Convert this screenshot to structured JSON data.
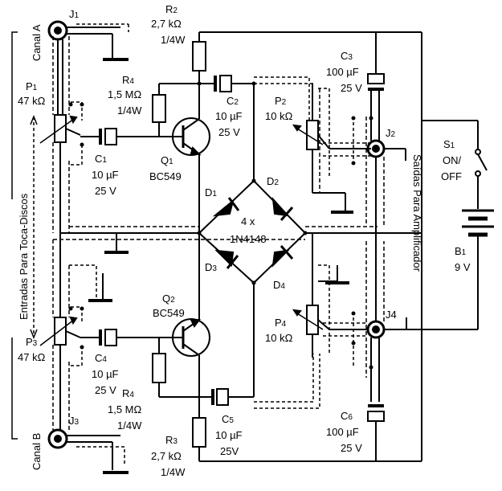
{
  "components": {
    "J1": {
      "ref": "J",
      "sub": "1"
    },
    "J2": {
      "ref": "J",
      "sub": "2"
    },
    "J3": {
      "ref": "J",
      "sub": "3"
    },
    "J4": {
      "ref": "J4"
    },
    "R2": {
      "ref": "R",
      "sub": "2",
      "value": "2,7 kΩ",
      "power": "1/4W"
    },
    "R3": {
      "ref": "R",
      "sub": "3",
      "value": "2,7 kΩ",
      "power": "1/4W"
    },
    "R4_top": {
      "ref": "R",
      "sub": "4",
      "value": "1,5 MΩ",
      "power": "1/4W"
    },
    "R4_bottom": {
      "ref": "R",
      "sub": "4",
      "value": "1,5 MΩ",
      "power": "1/4W"
    },
    "C1": {
      "ref": "C",
      "sub": "1",
      "value": "10 µF",
      "voltage": "25 V"
    },
    "C2": {
      "ref": "C",
      "sub": "2",
      "value": "10 µF",
      "voltage": "25 V"
    },
    "C3": {
      "ref": "C",
      "sub": "3",
      "value": "100 µF",
      "voltage": "25 V"
    },
    "C4": {
      "ref": "C",
      "sub": "4",
      "value": "10 µF",
      "voltage": "25 V"
    },
    "C5": {
      "ref": "C",
      "sub": "5",
      "value": "10 µF",
      "voltage": "25V"
    },
    "C6": {
      "ref": "C",
      "sub": "6",
      "value": "100 µF",
      "voltage": "25 V"
    },
    "P1": {
      "ref": "P",
      "sub": "1",
      "value": "47 kΩ"
    },
    "P2": {
      "ref": "P",
      "sub": "2",
      "value": "10 kΩ"
    },
    "P3": {
      "ref": "P",
      "sub": "3",
      "value": "47 kΩ"
    },
    "P4": {
      "ref": "P",
      "sub": "4",
      "value": "10 kΩ"
    },
    "Q1": {
      "ref": "Q",
      "sub": "1",
      "part": "BC549"
    },
    "Q2": {
      "ref": "Q",
      "sub": "2",
      "part": "BC549"
    },
    "D1": {
      "ref": "D",
      "sub": "1"
    },
    "D2": {
      "ref": "D",
      "sub": "2"
    },
    "D3": {
      "ref": "D",
      "sub": "3"
    },
    "D4": {
      "ref": "D",
      "sub": "4"
    },
    "diodes": {
      "count": "4 x",
      "part": "1N4148"
    },
    "S1": {
      "ref": "S",
      "sub": "1",
      "label1": "ON/",
      "label2": "OFF"
    },
    "B1": {
      "ref": "B",
      "sub": "1",
      "value": "9 V"
    }
  },
  "labels": {
    "canal_a": "Canal A",
    "canal_b": "Canal B",
    "inputs": "Entradas Para Toca-Discos",
    "outputs": "Saídas Para Amplificador"
  }
}
